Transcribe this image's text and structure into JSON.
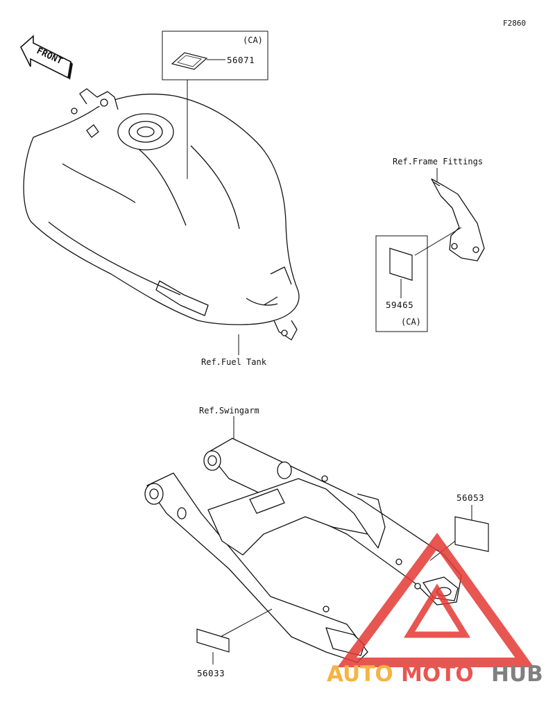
{
  "figure_code": "F2860",
  "front_label": "FRONT",
  "refs": {
    "fuel_tank": "Ref.Fuel Tank",
    "frame_fittings": "Ref.Frame Fittings",
    "swingarm": "Ref.Swingarm"
  },
  "parts": [
    {
      "number": "56071",
      "note": "(CA)"
    },
    {
      "number": "59465",
      "note": "(CA)"
    },
    {
      "number": "56053"
    },
    {
      "number": "56033"
    }
  ],
  "watermark": {
    "part1": "AUTO",
    "part2": "MOTO",
    "part3": "HUB",
    "color_orange": "#f5a623",
    "color_red": "#e53935",
    "color_gray": "#6b6b6b"
  }
}
